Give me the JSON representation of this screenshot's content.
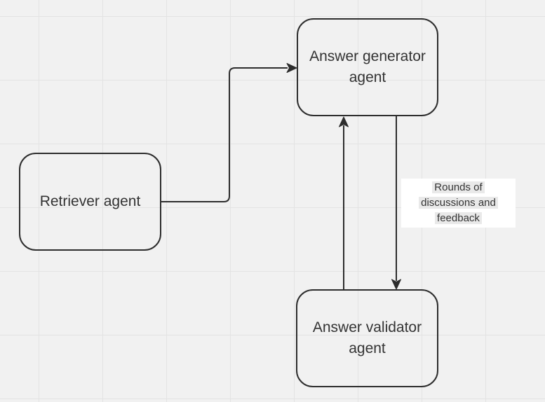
{
  "diagram": {
    "nodes": [
      {
        "label": "Retriever agent"
      },
      {
        "label": "Answer generator agent"
      },
      {
        "label": "Answer validator agent"
      }
    ],
    "edge_label": {
      "lines": [
        "Rounds of",
        "discussions and",
        "feedback"
      ]
    },
    "colors": {
      "canvas_background": "#f1f1f1",
      "grid_line": "#e3e3e3",
      "shape_stroke": "#2d2d2d",
      "text": "#333333",
      "label_background": "#ffffff",
      "label_line_highlight": "#e9e9e9"
    }
  }
}
